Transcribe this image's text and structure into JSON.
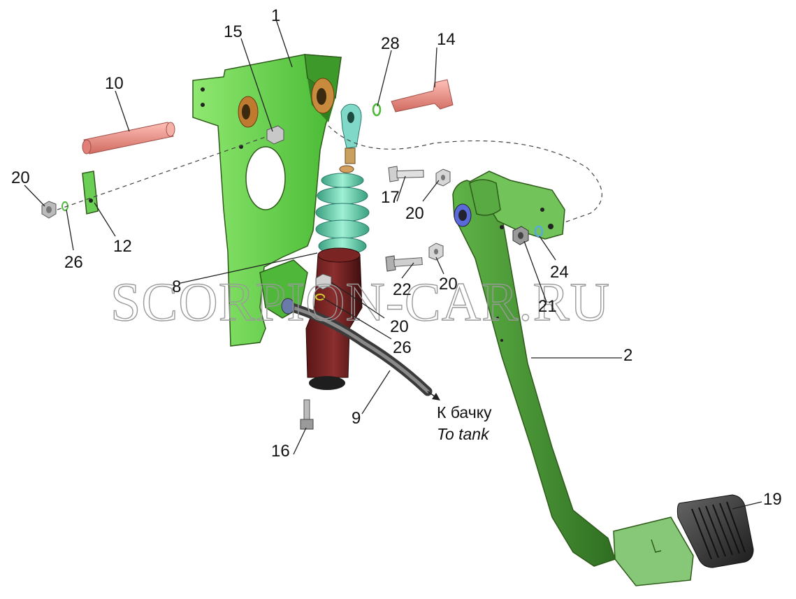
{
  "callouts": {
    "p1": "1",
    "p2": "2",
    "p8": "8",
    "p9": "9",
    "p10": "10",
    "p12": "12",
    "p14": "14",
    "p15": "15",
    "p16": "16",
    "p17": "17",
    "p19": "19",
    "p20a": "20",
    "p20b": "20",
    "p20c": "20",
    "p20d": "20",
    "p21": "21",
    "p22": "22",
    "p24": "24",
    "p26a": "26",
    "p26b": "26",
    "p28": "28"
  },
  "note": {
    "ru": "К бачку",
    "en": "To tank"
  },
  "watermark": "SCORPION-CAR.RU",
  "colors": {
    "bracket": "#5ed24a",
    "pedal": "#4e9a3a",
    "pin": "#f0908a",
    "spring": "#6fd0b0",
    "cylinder": "#6a1f1f",
    "hose": "#555555",
    "pad": "#3a3a3a"
  }
}
